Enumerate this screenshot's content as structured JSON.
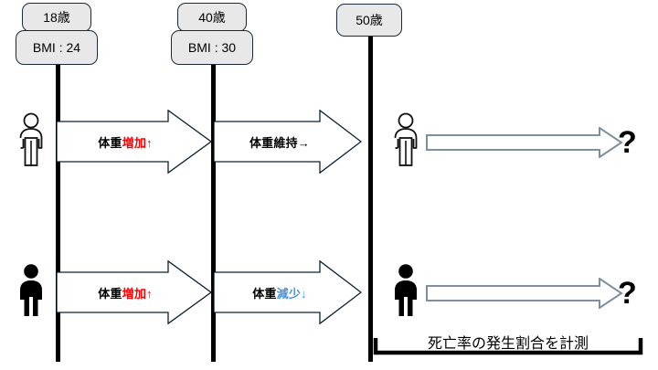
{
  "diagram": {
    "title_caption": "死亡率の発生割合を計測",
    "timeline_points": [
      {
        "id": "age-18",
        "age_label": "18歳",
        "bmi_label": "BMI : 24"
      },
      {
        "id": "age-40",
        "age_label": "40歳",
        "bmi_label": "BMI : 30"
      },
      {
        "id": "age-50",
        "age_label": "50歳",
        "bmi_label": null
      }
    ],
    "rows": [
      {
        "id": "row-outline",
        "person_start_icon": "person-outline-icon",
        "person_end_icon": "person-outline-icon",
        "segments": [
          {
            "id": "seg-1",
            "prefix": "体重",
            "highlight": "増加↑",
            "highlight_color": "#ff0000"
          },
          {
            "id": "seg-2",
            "prefix": "体重",
            "highlight": "維持→",
            "highlight_color": "#000000"
          }
        ],
        "outcome": "?"
      },
      {
        "id": "row-filled",
        "person_start_icon": "person-filled-icon",
        "person_end_icon": "person-filled-icon",
        "segments": [
          {
            "id": "seg-3",
            "prefix": "体重",
            "highlight": "増加↑",
            "highlight_color": "#ff0000"
          },
          {
            "id": "seg-4",
            "prefix": "体重",
            "highlight": "減少↓",
            "highlight_color": "#4a90d9"
          }
        ],
        "outcome": "?"
      }
    ],
    "colors": {
      "box_fill": "#e8e8e8",
      "box_border": "#1b2a3a",
      "timeline": "#000000",
      "block_arrow_stroke": "#0d2330",
      "thin_arrow_stroke": "#7f8fa0",
      "increase": "#ff0000",
      "decrease": "#4a90d9"
    }
  }
}
